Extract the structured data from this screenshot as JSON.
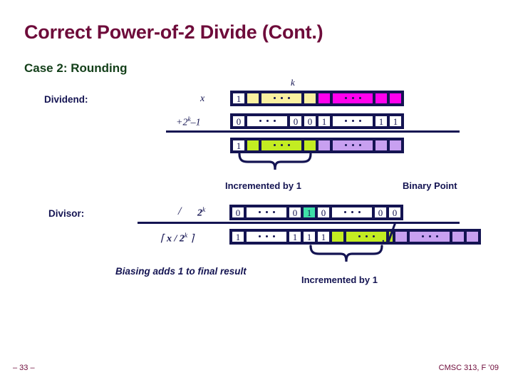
{
  "slide": {
    "title": "Correct Power-of-2 Divide (Cont.)",
    "subtitle": "Case 2: Rounding",
    "colors": {
      "title": "#6e0b3a",
      "subtitle": "#14401a",
      "ink": "#141452",
      "yellow": "#faf0a0",
      "magenta": "#ff00ee",
      "green": "#c3ec22",
      "purple": "#c8a0f0",
      "teal": "#3fe0a8",
      "footer": "#6e0b3a"
    }
  },
  "labels": {
    "dividend": "Dividend:",
    "divisor": "Divisor:",
    "k_marker": "k",
    "x": "x",
    "bias": "+2",
    "bias_sup": "k",
    "bias_tail": "–1",
    "slash": "/",
    "two": "2",
    "two_sup": "k",
    "ceil_open": "⌈",
    "ceil_expr": "x / 2",
    "ceil_sup": "k",
    "ceil_close": "⌉"
  },
  "annotations": {
    "incremented_top": "Incremented by 1",
    "binary_point": "Binary Point",
    "biasing": "Biasing adds 1 to final result",
    "incremented_bottom": "Incremented by 1"
  },
  "rows": {
    "dividend_x": {
      "name": "dividend-x-bits",
      "cells": [
        {
          "text": "1",
          "fill": "f-white",
          "w": 20
        },
        {
          "text": "",
          "fill": "f-yellow",
          "w": 20
        },
        {
          "text": "• • •",
          "fill": "f-yellow",
          "w": 60
        },
        {
          "text": "",
          "fill": "f-yellow",
          "w": 20
        },
        {
          "text": "",
          "fill": "f-magenta",
          "w": 20
        },
        {
          "text": "• • •",
          "fill": "f-magenta",
          "w": 60
        },
        {
          "text": "",
          "fill": "f-magenta",
          "w": 20
        },
        {
          "text": "",
          "fill": "f-magenta",
          "w": 20
        }
      ]
    },
    "bias": {
      "name": "bias-bits",
      "cells": [
        {
          "text": "0",
          "fill": "f-white",
          "w": 20
        },
        {
          "text": "• • •",
          "fill": "f-white",
          "w": 60
        },
        {
          "text": "0",
          "fill": "f-white",
          "w": 20
        },
        {
          "text": "0",
          "fill": "f-white",
          "w": 20
        },
        {
          "text": "1",
          "fill": "f-white",
          "w": 20
        },
        {
          "text": "• • •",
          "fill": "f-white",
          "w": 60
        },
        {
          "text": "1",
          "fill": "f-white",
          "w": 20
        },
        {
          "text": "1",
          "fill": "f-white",
          "w": 20
        }
      ]
    },
    "sum": {
      "name": "sum-bits",
      "cells": [
        {
          "text": "1",
          "fill": "f-white",
          "w": 20
        },
        {
          "text": "",
          "fill": "f-green",
          "w": 20
        },
        {
          "text": "• • •",
          "fill": "f-green",
          "w": 60
        },
        {
          "text": "",
          "fill": "f-green",
          "w": 20
        },
        {
          "text": "",
          "fill": "f-purple",
          "w": 20
        },
        {
          "text": "• • •",
          "fill": "f-purple",
          "w": 60
        },
        {
          "text": "",
          "fill": "f-purple",
          "w": 20
        },
        {
          "text": "",
          "fill": "f-purple",
          "w": 20
        }
      ]
    },
    "divisor": {
      "name": "divisor-bits",
      "cells": [
        {
          "text": "0",
          "fill": "f-white",
          "w": 20
        },
        {
          "text": "• • •",
          "fill": "f-white",
          "w": 60
        },
        {
          "text": "0",
          "fill": "f-white",
          "w": 20
        },
        {
          "text": "1",
          "fill": "f-teal",
          "w": 20
        },
        {
          "text": "0",
          "fill": "f-white",
          "w": 20
        },
        {
          "text": "• • •",
          "fill": "f-white",
          "w": 60
        },
        {
          "text": "0",
          "fill": "f-white",
          "w": 20
        },
        {
          "text": "0",
          "fill": "f-white",
          "w": 20
        }
      ]
    },
    "result_left": {
      "name": "result-integer-bits",
      "cells": [
        {
          "text": "1",
          "fill": "f-white",
          "w": 20
        },
        {
          "text": "• • •",
          "fill": "f-white",
          "w": 60
        },
        {
          "text": "1",
          "fill": "f-white",
          "w": 20
        },
        {
          "text": "1",
          "fill": "f-white",
          "w": 20
        },
        {
          "text": "1",
          "fill": "f-white",
          "w": 20
        },
        {
          "text": "",
          "fill": "f-green",
          "w": 20
        },
        {
          "text": "• • •",
          "fill": "f-green",
          "w": 60
        },
        {
          "text": "",
          "fill": "f-green",
          "w": 20
        }
      ]
    },
    "result_right": {
      "name": "result-fraction-bits",
      "cells": [
        {
          "text": "",
          "fill": "f-purple",
          "w": 20
        },
        {
          "text": "• • •",
          "fill": "f-purple",
          "w": 60
        },
        {
          "text": "",
          "fill": "f-purple",
          "w": 20
        },
        {
          "text": "",
          "fill": "f-purple",
          "w": 20
        }
      ]
    }
  },
  "footer": {
    "page": "– 33 –",
    "credit": "CMSC 313, F ’09"
  }
}
